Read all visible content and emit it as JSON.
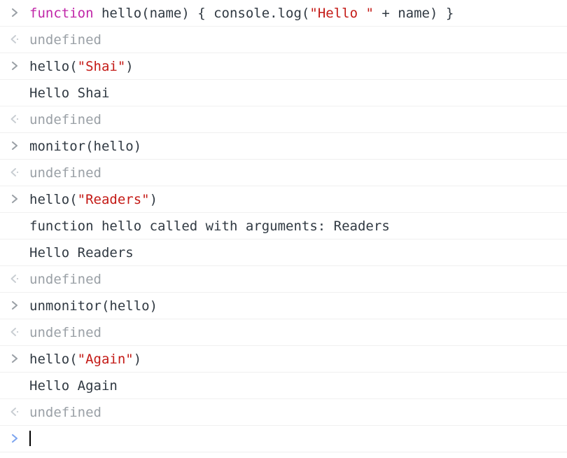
{
  "console": {
    "app": "DevTools Console",
    "prompt_symbol": ">",
    "result_symbol": "<",
    "colors": {
      "background": "#ffffff",
      "separator": "#f0f0f0",
      "text": "#303942",
      "result_text": "#9aa0a6",
      "input_arrow": "#9aa0a6",
      "result_arrow": "#c8cdd2",
      "active_arrow": "#7da5ef",
      "keyword": "#c026a8",
      "string": "#c41a16",
      "caret": "#000000"
    },
    "rows": [
      {
        "kind": "input",
        "name": "console-row-input-function-declaration",
        "plain": "function hello(name) { console.log(\"Hello \" + name) }",
        "tokens": [
          {
            "text": "function",
            "style": "keyword"
          },
          {
            "text": " hello(name) { console.log(",
            "style": "input"
          },
          {
            "text": "\"Hello \"",
            "style": "string"
          },
          {
            "text": " + name) }",
            "style": "input"
          }
        ]
      },
      {
        "kind": "result",
        "name": "console-row-result-undefined-1",
        "plain": "undefined",
        "tokens": [
          {
            "text": "undefined",
            "style": "result"
          }
        ]
      },
      {
        "kind": "input",
        "name": "console-row-input-hello-shai",
        "plain": "hello(\"Shai\")",
        "tokens": [
          {
            "text": "hello(",
            "style": "input"
          },
          {
            "text": "\"Shai\"",
            "style": "string"
          },
          {
            "text": ")",
            "style": "input"
          }
        ]
      },
      {
        "kind": "output",
        "name": "console-row-output-hello-shai",
        "plain": "Hello Shai",
        "tokens": [
          {
            "text": "Hello Shai",
            "style": "output"
          }
        ]
      },
      {
        "kind": "result",
        "name": "console-row-result-undefined-2",
        "plain": "undefined",
        "tokens": [
          {
            "text": "undefined",
            "style": "result"
          }
        ]
      },
      {
        "kind": "input",
        "name": "console-row-input-monitor-hello",
        "plain": "monitor(hello)",
        "tokens": [
          {
            "text": "monitor(hello)",
            "style": "input"
          }
        ]
      },
      {
        "kind": "result",
        "name": "console-row-result-undefined-3",
        "plain": "undefined",
        "tokens": [
          {
            "text": "undefined",
            "style": "result"
          }
        ]
      },
      {
        "kind": "input",
        "name": "console-row-input-hello-readers",
        "plain": "hello(\"Readers\")",
        "tokens": [
          {
            "text": "hello(",
            "style": "input"
          },
          {
            "text": "\"Readers\"",
            "style": "string"
          },
          {
            "text": ")",
            "style": "input"
          }
        ]
      },
      {
        "kind": "output",
        "name": "console-row-output-monitor-trace",
        "plain": "function hello called with arguments: Readers",
        "tokens": [
          {
            "text": "function hello called with arguments: Readers",
            "style": "output"
          }
        ]
      },
      {
        "kind": "output",
        "name": "console-row-output-hello-readers",
        "plain": "Hello Readers",
        "tokens": [
          {
            "text": "Hello Readers",
            "style": "output"
          }
        ]
      },
      {
        "kind": "result",
        "name": "console-row-result-undefined-4",
        "plain": "undefined",
        "tokens": [
          {
            "text": "undefined",
            "style": "result"
          }
        ]
      },
      {
        "kind": "input",
        "name": "console-row-input-unmonitor-hello",
        "plain": "unmonitor(hello)",
        "tokens": [
          {
            "text": "unmonitor(hello)",
            "style": "input"
          }
        ]
      },
      {
        "kind": "result",
        "name": "console-row-result-undefined-5",
        "plain": "undefined",
        "tokens": [
          {
            "text": "undefined",
            "style": "result"
          }
        ]
      },
      {
        "kind": "input",
        "name": "console-row-input-hello-again",
        "plain": "hello(\"Again\")",
        "tokens": [
          {
            "text": "hello(",
            "style": "input"
          },
          {
            "text": "\"Again\"",
            "style": "string"
          },
          {
            "text": ")",
            "style": "input"
          }
        ]
      },
      {
        "kind": "output",
        "name": "console-row-output-hello-again",
        "plain": "Hello Again",
        "tokens": [
          {
            "text": "Hello Again",
            "style": "output"
          }
        ]
      },
      {
        "kind": "result",
        "name": "console-row-result-undefined-6",
        "plain": "undefined",
        "tokens": [
          {
            "text": "undefined",
            "style": "result"
          }
        ]
      },
      {
        "kind": "active",
        "name": "console-row-active-prompt",
        "plain": "",
        "tokens": []
      }
    ]
  }
}
